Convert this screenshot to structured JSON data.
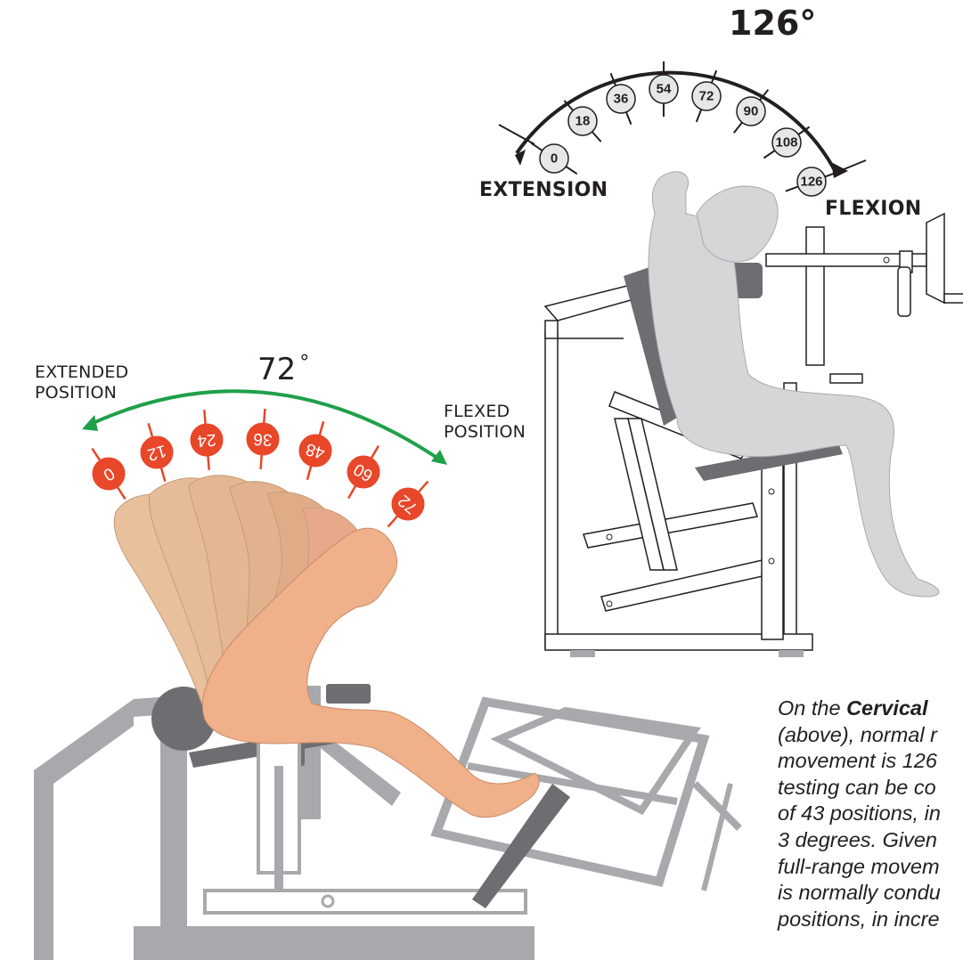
{
  "cervical": {
    "range_degrees": "126°",
    "label_extension": "EXTENSION",
    "label_flexion": "FLEXION",
    "test_positions": [
      "0",
      "18",
      "36",
      "54",
      "72",
      "90",
      "108",
      "126"
    ]
  },
  "lumbar": {
    "range_degrees": "72",
    "label_extended_line1": "EXTENDED",
    "label_extended_line2": "POSITION",
    "label_flexed_line1": "FLEXED",
    "label_flexed_line2": "POSITION",
    "test_positions": [
      "0",
      "12",
      "24",
      "36",
      "48",
      "60",
      "72"
    ]
  },
  "caption": {
    "line1_pre": "On the ",
    "line1_bold": "Cervical",
    "line2": "(above), normal r",
    "line3": "movement is 126",
    "line4": "testing can be co",
    "line5": "of 43 positions, in",
    "line6": "3 degrees. Given",
    "line7": "full-range movem",
    "line8": "is normally condu",
    "line9": "positions, in incre"
  },
  "colors": {
    "cervical_arrow": "#231f20",
    "lumbar_arrow": "#1fa04a",
    "lumbar_badge": "#e8472a",
    "machine_gray": "#a7a9ac",
    "figure_gray": "#d4d6d8",
    "figure_skin": "#f0b08a"
  }
}
